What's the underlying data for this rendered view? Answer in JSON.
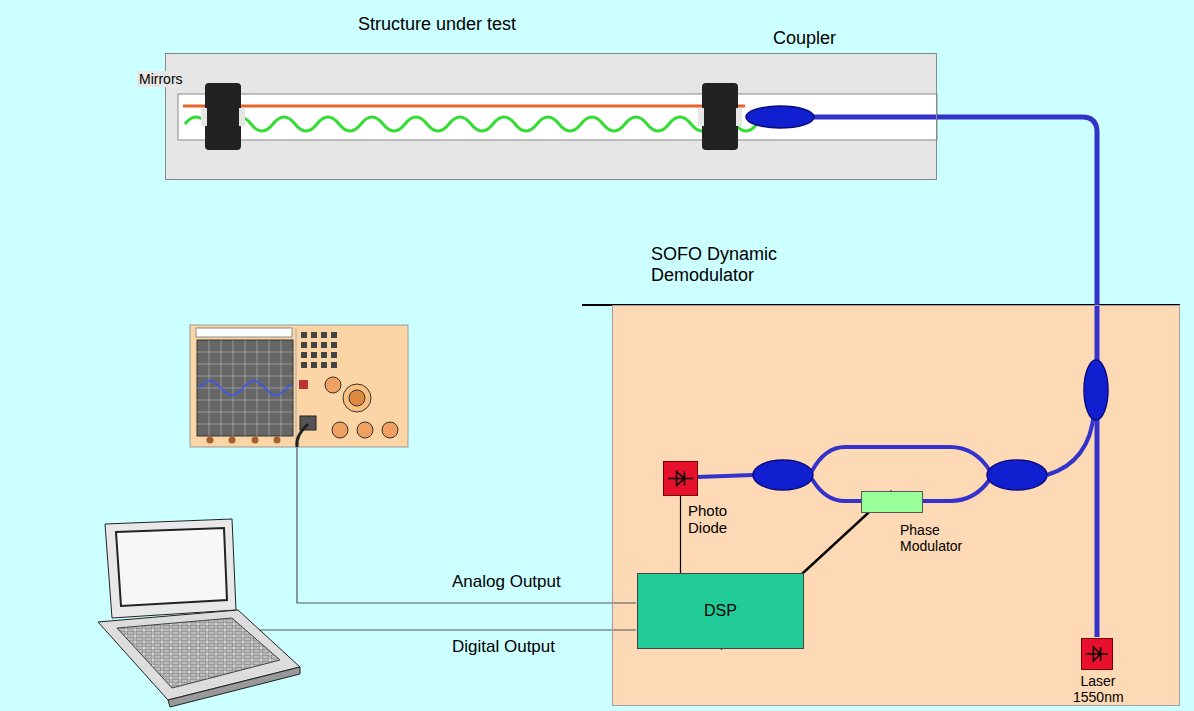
{
  "diagram": {
    "nodes": [
      {
        "text": [
          "Structure under test"
        ]
      },
      {
        "text": [
          "SOFO Dynamic Demodulator"
        ]
      },
      {
        "text": [
          "Photo Diode"
        ],
        "in": 1
      },
      {
        "text": [
          "Phase Modulator"
        ],
        "in": 1
      },
      {
        "text": [
          "DSP"
        ],
        "in": 1
      },
      {
        "text": [
          "Laser 1550nm"
        ],
        "in": 1
      }
    ],
    "edges": [
      {
        "from": 2,
        "to": 4,
        "arrow": "none"
      },
      {
        "from": 4,
        "to": 3,
        "arrow": "none"
      }
    ],
    "labels": [
      "Mirrors",
      "Coupler",
      "Analog Output",
      "Digital Output"
    ]
  }
}
